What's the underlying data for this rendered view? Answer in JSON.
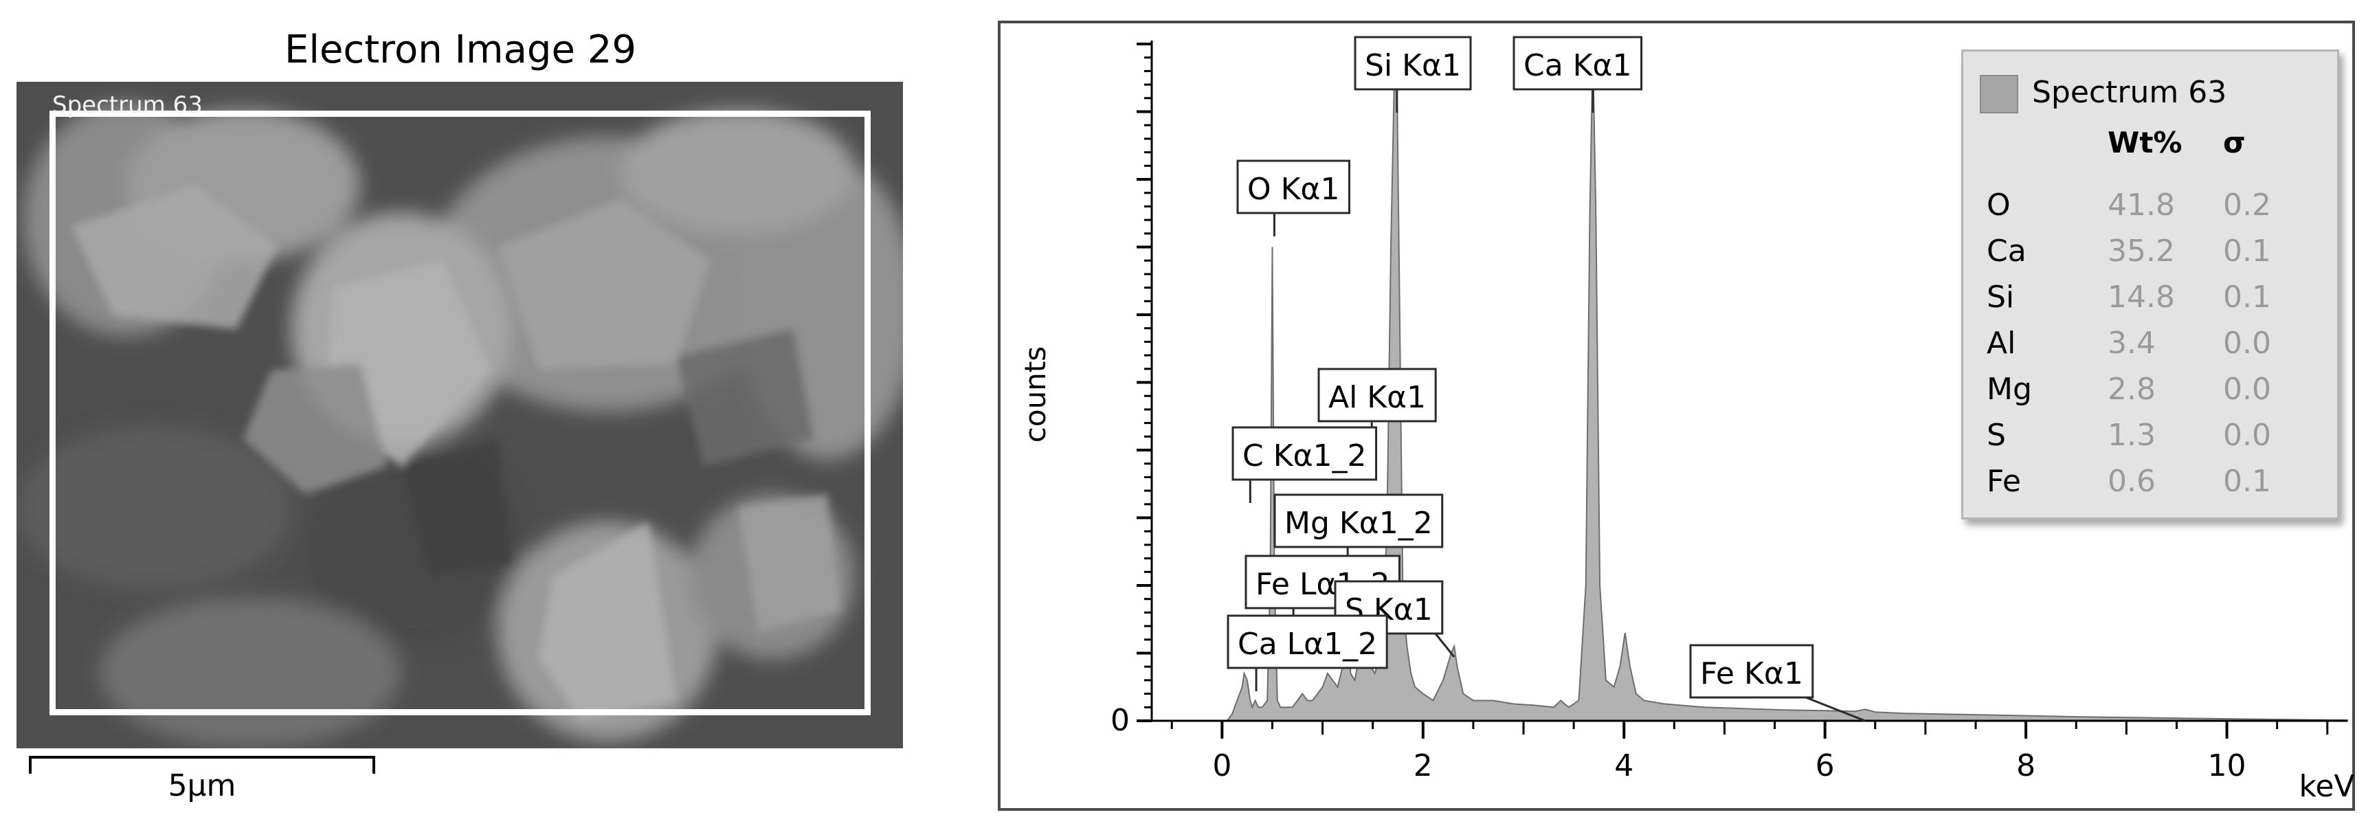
{
  "electron_image": {
    "title": "Electron Image 29",
    "roi_label": "Spectrum 63",
    "scale_bar_label": "5µm"
  },
  "colors": {
    "spectrum_fill": "#b2b2b2",
    "spectrum_line": "#6e6e6e",
    "legend_bg": "#e3e3e3",
    "value_text": "#9a9a9a"
  },
  "chart_data": {
    "type": "area",
    "title": "",
    "xlabel": "keV",
    "ylabel": "counts",
    "xlim": [
      -0.7,
      11.2
    ],
    "ylim": [
      0,
      100
    ],
    "x_ticks": [
      0,
      2,
      4,
      6,
      8,
      10
    ],
    "x_tick_labels": [
      "0",
      "2",
      "4",
      "6",
      "8",
      "10"
    ],
    "y_tick_labels": [
      "0"
    ],
    "grid": false,
    "legend_position": "top-right",
    "series": [
      {
        "name": "Spectrum 63",
        "x": [
          0.0,
          0.05,
          0.1,
          0.15,
          0.2,
          0.22,
          0.25,
          0.28,
          0.3,
          0.33,
          0.36,
          0.4,
          0.45,
          0.48,
          0.5,
          0.52,
          0.55,
          0.58,
          0.62,
          0.65,
          0.7,
          0.75,
          0.8,
          0.85,
          0.9,
          0.95,
          1.0,
          1.05,
          1.1,
          1.15,
          1.2,
          1.25,
          1.28,
          1.32,
          1.36,
          1.4,
          1.44,
          1.48,
          1.52,
          1.56,
          1.6,
          1.64,
          1.68,
          1.72,
          1.74,
          1.76,
          1.8,
          1.84,
          1.88,
          1.92,
          2.0,
          2.1,
          2.2,
          2.28,
          2.31,
          2.34,
          2.4,
          2.5,
          2.7,
          2.9,
          3.1,
          3.3,
          3.37,
          3.45,
          3.55,
          3.62,
          3.66,
          3.69,
          3.72,
          3.76,
          3.82,
          3.9,
          3.96,
          4.01,
          4.06,
          4.12,
          4.2,
          4.4,
          4.8,
          5.2,
          5.6,
          6.0,
          6.3,
          6.4,
          6.5,
          6.8,
          7.5,
          8.5,
          9.5,
          10.5,
          11.2
        ],
        "values": [
          0,
          0,
          1,
          3,
          5,
          7,
          6,
          3,
          2,
          3,
          2,
          2,
          3,
          22,
          70,
          22,
          3,
          2,
          2,
          2,
          2,
          3,
          4,
          3,
          3,
          4,
          5,
          7,
          6,
          5,
          8,
          12,
          7,
          6,
          9,
          13,
          18,
          8,
          7,
          9,
          14,
          28,
          70,
          99,
          95,
          70,
          18,
          11,
          7,
          5,
          4,
          3,
          6,
          10,
          11,
          8,
          4,
          3,
          3,
          2.5,
          2.3,
          2,
          3,
          2,
          3,
          20,
          75,
          99,
          75,
          20,
          6,
          5,
          8,
          13,
          8,
          4,
          3,
          2.5,
          2,
          1.8,
          1.6,
          1.5,
          1.4,
          1.7,
          1.3,
          1.1,
          0.9,
          0.6,
          0.4,
          0.2,
          0.1
        ]
      }
    ],
    "annotations": [
      {
        "label": "Si Kα1",
        "x": 1.74
      },
      {
        "label": "Ca Kα1",
        "x": 3.69
      },
      {
        "label": "O Kα1",
        "x": 0.52
      },
      {
        "label": "Al Kα1",
        "x": 1.49
      },
      {
        "label": "C Kα1_2",
        "x": 0.28
      },
      {
        "label": "Mg Kα1_2",
        "x": 1.25
      },
      {
        "label": "Fe Lα1_2",
        "x": 0.71
      },
      {
        "label": "S Kα1",
        "x": 2.31
      },
      {
        "label": "Ca Lα1_2",
        "x": 0.34
      },
      {
        "label": "Fe Kα1",
        "x": 6.4
      }
    ]
  },
  "legend": {
    "spectrum_name": "Spectrum 63",
    "col_wt": "Wt%",
    "col_sigma": "σ",
    "rows": [
      {
        "element": "O",
        "wt": "41.8",
        "sigma": "0.2"
      },
      {
        "element": "Ca",
        "wt": "35.2",
        "sigma": "0.1"
      },
      {
        "element": "Si",
        "wt": "14.8",
        "sigma": "0.1"
      },
      {
        "element": "Al",
        "wt": "3.4",
        "sigma": "0.0"
      },
      {
        "element": "Mg",
        "wt": "2.8",
        "sigma": "0.0"
      },
      {
        "element": "S",
        "wt": "1.3",
        "sigma": "0.0"
      },
      {
        "element": "Fe",
        "wt": "0.6",
        "sigma": "0.1"
      }
    ]
  }
}
